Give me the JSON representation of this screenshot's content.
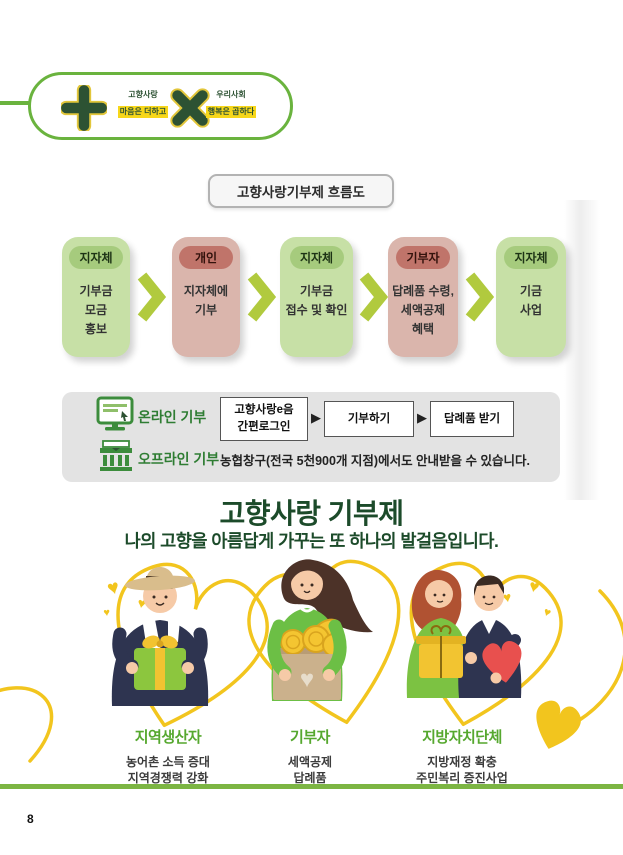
{
  "page": {
    "number": "8"
  },
  "logo": {
    "left_top": "고향사랑",
    "left_bottom": "마음은 더하고",
    "right_top": "우리사회",
    "right_bottom": "행복은 곱하다"
  },
  "flow": {
    "title": "고향사랑기부제 흐름도",
    "steps": [
      {
        "actor": "지자체",
        "body": "기부금\n모금\n홍보",
        "type": "green"
      },
      {
        "actor": "개인",
        "body": "지자체에\n기부",
        "type": "pink"
      },
      {
        "actor": "지자체",
        "body": "기부금\n접수 및 확인",
        "type": "green"
      },
      {
        "actor": "기부자",
        "body": "답례품 수령,\n세액공제\n혜택",
        "type": "pink"
      },
      {
        "actor": "지자체",
        "body": "기금\n사업",
        "type": "green"
      }
    ]
  },
  "donation": {
    "online": {
      "label": "온라인 기부",
      "steps": [
        {
          "text": "고향사랑e음\n간편로그인"
        },
        {
          "text": "기부하기"
        },
        {
          "text": "답례품 받기"
        }
      ]
    },
    "offline": {
      "label": "오프라인 기부",
      "description": "농협창구(전국 5천900개 지점)에서도 안내받을 수 있습니다."
    }
  },
  "intro": {
    "title": "고향사랑 기부제",
    "subtitle": "나의 고향을 아름답게 가꾸는 또 하나의 발걸음입니다."
  },
  "benefits": [
    {
      "name": "지역생산자",
      "lines": "농어촌 소득 증대\n지역경쟁력 강화"
    },
    {
      "name": "기부자",
      "lines": "세액공제\n답례품"
    },
    {
      "name": "지방자치단체",
      "lines": "지방재정 확충\n주민복리 증진사업"
    }
  ],
  "icons": {
    "arrow_right": "▶"
  },
  "colors": {
    "brand_green": "#6ab33e",
    "dark_green": "#1c4b2a",
    "flow_green_box": "#c7e0a6",
    "flow_green_label": "#a6cb7d",
    "flow_pink_box": "#dab5ac",
    "flow_pink_label": "#c0746a",
    "chevron_green": "#b1ca3e",
    "heart_yellow": "#f2c51e",
    "benefit_green": "#56a82f",
    "divider_green": "#7cb543"
  }
}
